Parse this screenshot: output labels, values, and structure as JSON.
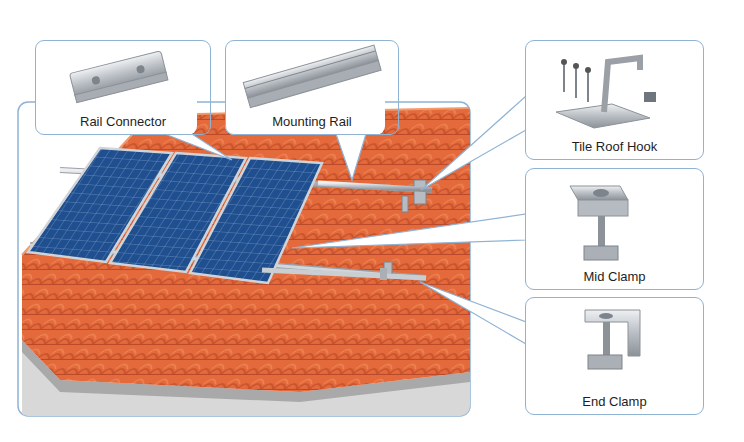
{
  "diagram": {
    "nodes": [
      {
        "text": [
          "Rail Connector"
        ]
      },
      {
        "text": [
          "Mounting Rail"
        ]
      },
      {
        "text": [
          "Tile Roof Hook"
        ]
      },
      {
        "text": [
          "Mid Clamp"
        ]
      },
      {
        "text": [
          "End Clamp"
        ]
      }
    ]
  }
}
